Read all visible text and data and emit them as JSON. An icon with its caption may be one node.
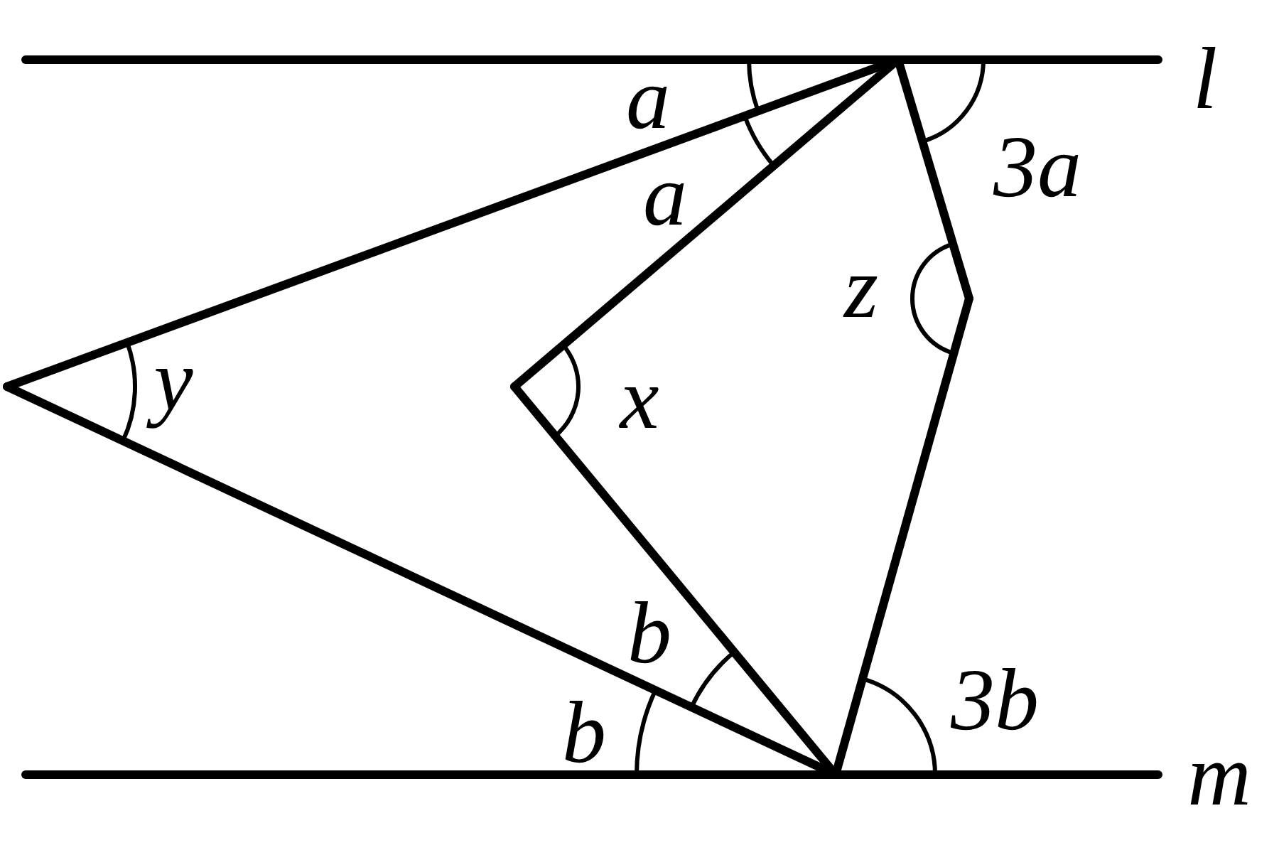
{
  "diagram": {
    "labels": [
      "l",
      "a",
      "a",
      "3a",
      "z",
      "y",
      "x",
      "b",
      "b",
      "3b",
      "m"
    ]
  }
}
